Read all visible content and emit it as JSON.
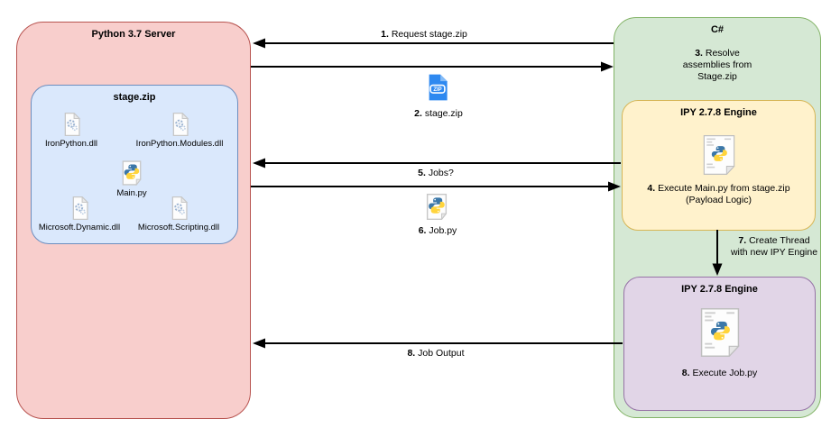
{
  "colors": {
    "server_fill": "#F8CECC",
    "server_stroke": "#B85450",
    "stage_fill": "#DAE8FC",
    "stage_stroke": "#6C8EBF",
    "csharp_fill": "#D5E8D4",
    "csharp_stroke": "#82B366",
    "engine1_fill": "#FFF2CC",
    "engine1_stroke": "#D6B656",
    "engine2_fill": "#E1D5E7",
    "engine2_stroke": "#9673A6",
    "arrow": "#000000",
    "zip_icon_blue": "#2E89F0",
    "python_blue": "#3B77A8",
    "python_yellow": "#FFD43B"
  },
  "server": {
    "title": "Python 3.7 Server",
    "stage_zip": {
      "title": "stage.zip",
      "files": [
        {
          "label": "IronPython.dll",
          "icon": "dll-file-icon"
        },
        {
          "label": "IronPython.Modules.dll",
          "icon": "dll-file-icon"
        },
        {
          "label": "Main.py",
          "icon": "python-file-icon"
        },
        {
          "label": "Microsoft.Dynamic.dll",
          "icon": "dll-file-icon"
        },
        {
          "label": "Microsoft.Scripting.dll",
          "icon": "dll-file-icon"
        }
      ]
    }
  },
  "csharp": {
    "title": "C#",
    "note": {
      "num": "3.",
      "line1": "Resolve",
      "line2": "assemblies from",
      "line3": "Stage.zip"
    },
    "engine1": {
      "title": "IPY 2.7.8 Engine",
      "icon": "python-file-icon",
      "caption_num": "4.",
      "caption_text": "Execute Main.py from stage.zip",
      "caption_sub": "(Payload Logic)"
    },
    "engine2": {
      "title": "IPY 2.7.8 Engine",
      "icon": "python-file-icon",
      "caption_num": "8.",
      "caption_text": "Execute Job.py"
    }
  },
  "messages": {
    "m1": {
      "num": "1.",
      "text": "Request stage.zip",
      "direction": "right-to-left"
    },
    "m2": {
      "num": "2.",
      "text": "stage.zip",
      "direction": "left-to-right",
      "icon": "zip-file-icon"
    },
    "m5": {
      "num": "5.",
      "text": "Jobs?",
      "direction": "right-to-left"
    },
    "m6": {
      "num": "6.",
      "text": "Job.py",
      "direction": "left-to-right",
      "icon": "python-file-icon"
    },
    "m7": {
      "num": "7.",
      "text": "Create Thread",
      "text2": "with new IPY Engine",
      "direction": "top-to-bottom"
    },
    "m8": {
      "num": "8.",
      "text": "Job Output",
      "direction": "right-to-left"
    }
  },
  "icons": {
    "zip_badge_text": "ZIP"
  }
}
